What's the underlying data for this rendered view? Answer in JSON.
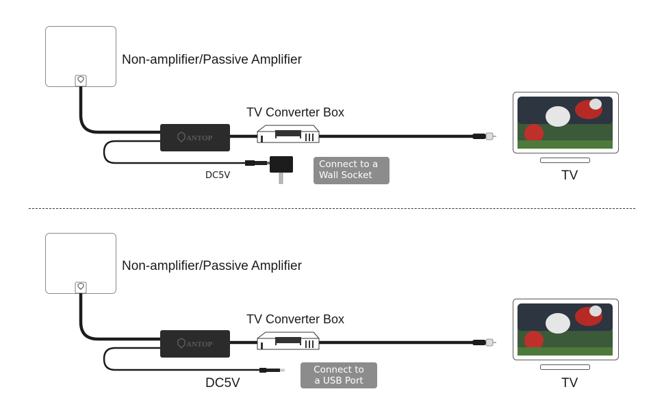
{
  "diagrams": [
    {
      "id": "wall-socket-setup",
      "antenna_label": "Non-amplifier/Passive Amplifier",
      "converter_label": "TV Converter Box",
      "tv_label": "TV",
      "power_label": "DC5V",
      "tag": [
        "Connect to a",
        "Wall Socket"
      ],
      "brand": "ANTOP",
      "power_source": "wall-adapter"
    },
    {
      "id": "usb-port-setup",
      "antenna_label": "Non-amplifier/Passive Amplifier",
      "converter_label": "TV Converter Box",
      "tv_label": "TV",
      "power_label": "DC5V",
      "tag": [
        "Connect to",
        "a USB Port"
      ],
      "brand": "ANTOP",
      "power_source": "usb-plug"
    }
  ],
  "colors": {
    "cable": "#1c1c1c",
    "amplifier_body": "#2b2b2b",
    "tag_bg": "#8c8c8c",
    "divider": "#333333"
  }
}
